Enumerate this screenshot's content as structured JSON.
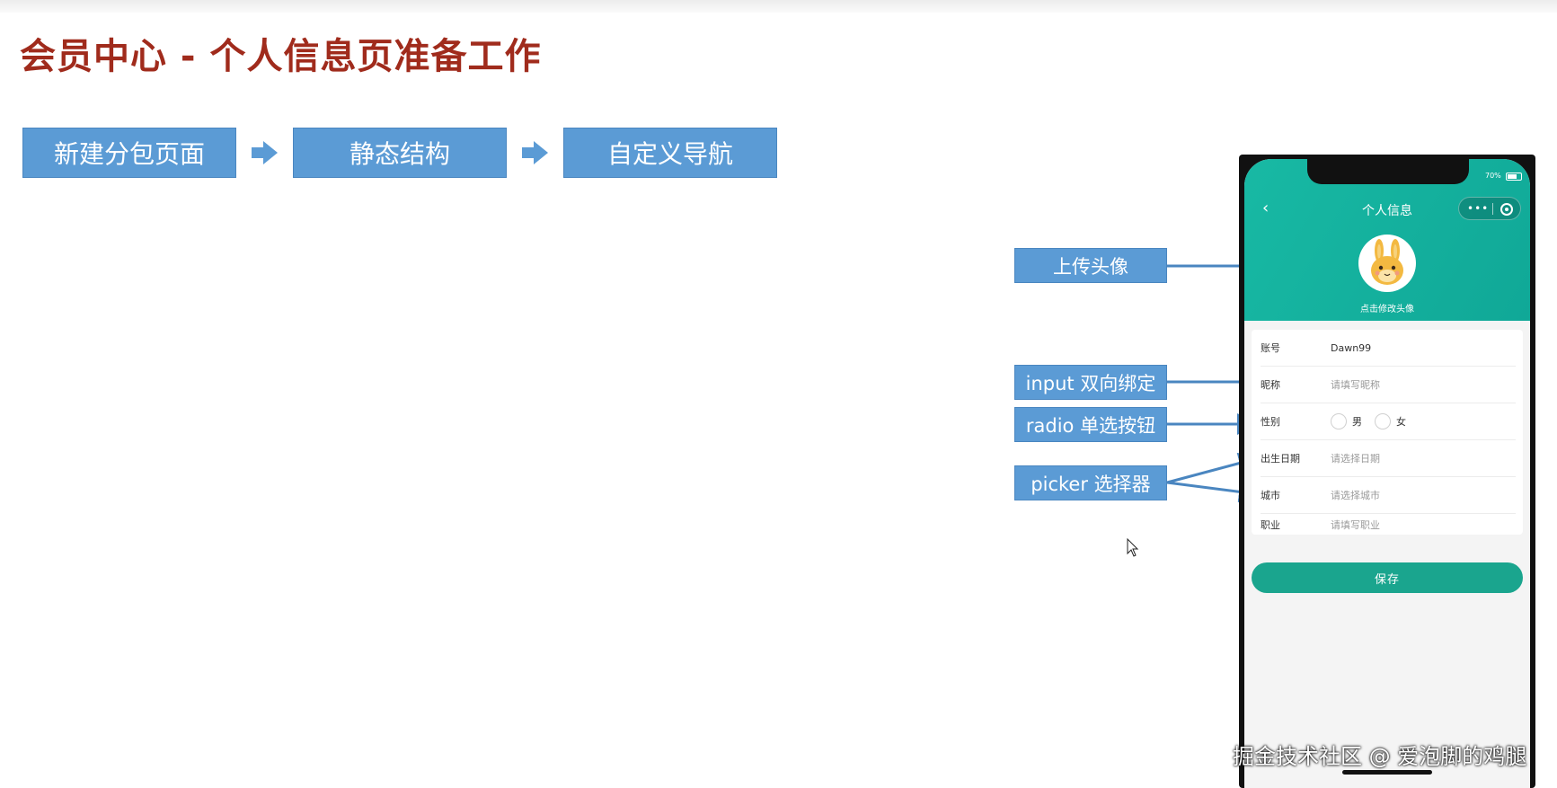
{
  "slide": {
    "title": "会员中心 - 个人信息页准备工作",
    "steps": [
      "新建分包页面",
      "静态结构",
      "自定义导航"
    ],
    "annotations": {
      "upload_avatar": "上传头像",
      "input_binding": "input 双向绑定",
      "radio_button": "radio 单选按钮",
      "picker": "picker 选择器"
    }
  },
  "phone": {
    "battery": "70%",
    "nav_title": "个人信息",
    "avatar_hint": "点击修改头像",
    "form": {
      "account_label": "账号",
      "account_value": "Dawn99",
      "nickname_label": "昵称",
      "nickname_placeholder": "请填写昵称",
      "gender_label": "性别",
      "gender_options": [
        "男",
        "女"
      ],
      "birthday_label": "出生日期",
      "birthday_placeholder": "请选择日期",
      "city_label": "城市",
      "city_placeholder": "请选择城市",
      "profession_label": "职业",
      "profession_placeholder": "请填写职业"
    },
    "save_label": "保存"
  },
  "watermark": "掘金技术社区 @ 爱泡脚的鸡腿",
  "colors": {
    "title": "#a02b1c",
    "step_box": "#5b9bd5",
    "header_teal": "#18b9a4",
    "save_button": "#1aa58e"
  }
}
